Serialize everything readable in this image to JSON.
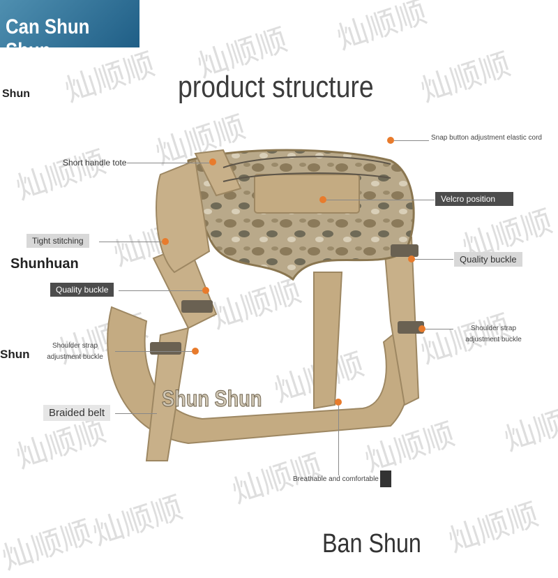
{
  "brand": {
    "name": "Can Shun Shun"
  },
  "title": "product structure",
  "side_labels": {
    "top": "Shun",
    "middle": "Shunhuan",
    "lower": "Shun"
  },
  "callouts": {
    "elastic_cord": "Snap button adjustment elastic cord",
    "handle": "Short handle tote",
    "velcro": "Velcro position",
    "stitching": "Tight stitching",
    "buckle_right": "Quality buckle",
    "buckle_left": "Quality buckle",
    "shoulder_right": "Shoulder strap adjustment buckle",
    "shoulder_left": "Shoulder strap adjustment buckle",
    "braided_belt": "Braided belt",
    "lining": "Breathable and comfortable lin"
  },
  "overlay_text": "Shun Shun",
  "bottom_text": "Ban Shun",
  "watermark": "灿顺顺",
  "colors": {
    "brand": "#2f6f97",
    "accent_dot": "#e87b2c",
    "tag_bg": "#555555",
    "harness": "#c7b08a"
  }
}
